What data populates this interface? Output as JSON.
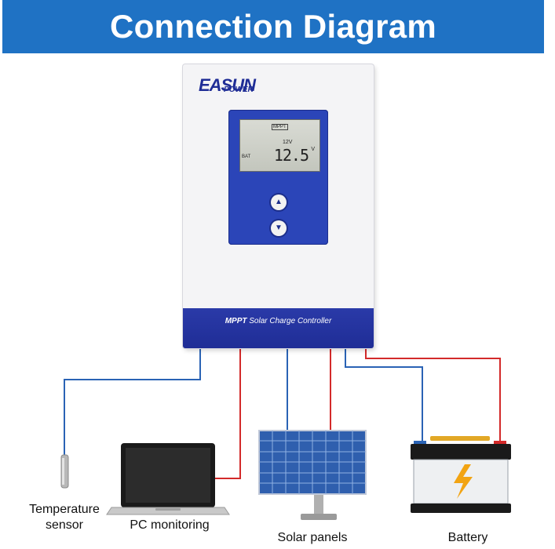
{
  "title": "Connection Diagram",
  "device": {
    "brand_main": "EASUN",
    "brand_sub": "POWER",
    "lcd_mode": "MPPT",
    "lcd_voltage_label": "12V",
    "lcd_reading": "12.5",
    "lcd_unit": "V",
    "lcd_bat_label": "BAT",
    "product_prefix": "MPPT",
    "product_name": "Solar Charge Controller"
  },
  "components": {
    "temperature_sensor": "Temperature sensor",
    "pc_monitoring": "PC monitoring",
    "solar_panels": "Solar panels",
    "battery": "Battery"
  },
  "colors": {
    "banner": "#1f72c4",
    "device_blue": "#2b45b8",
    "wire_red": "#d32a2a",
    "wire_blue": "#2a63b5"
  }
}
